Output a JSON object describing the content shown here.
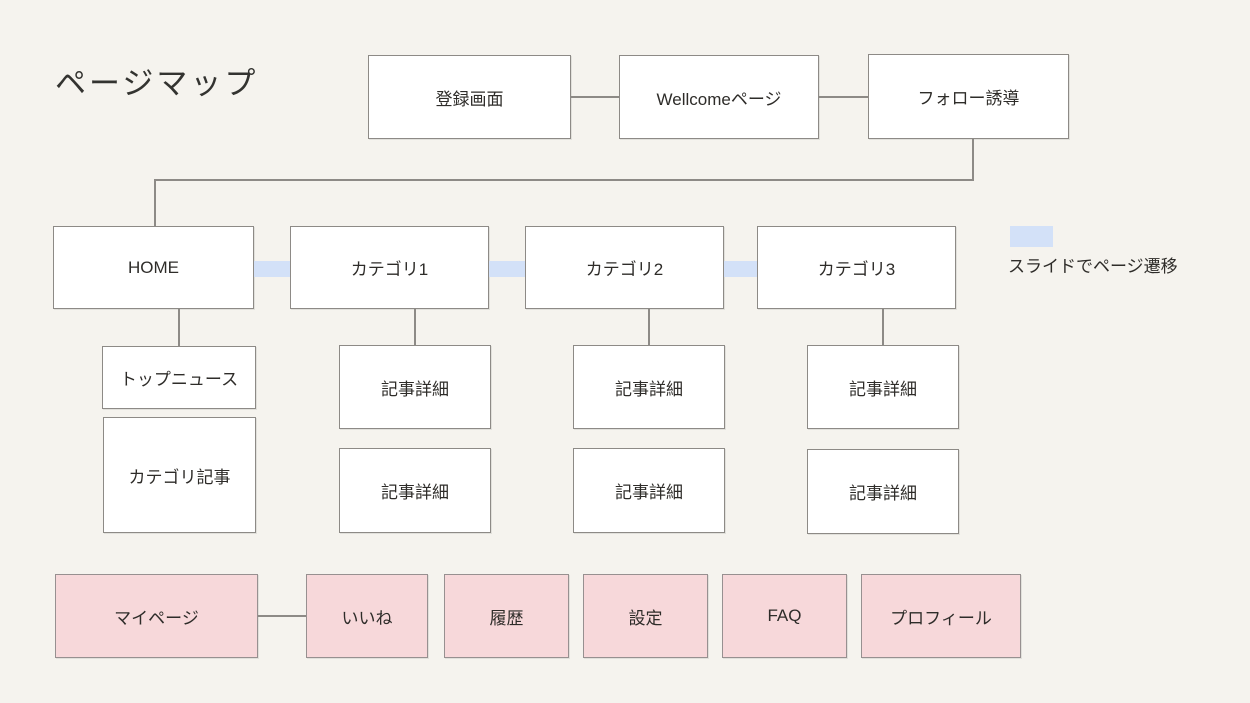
{
  "title": "ページマップ",
  "legend": {
    "label": "スライドでページ遷移",
    "swatch_color": "#d3e1f8"
  },
  "colors": {
    "background": "#f5f3ee",
    "node_fill": "#ffffff",
    "node_border": "#8d8a86",
    "pink_fill": "#f7d8da",
    "blue_connector": "#d3e1f8",
    "line": "#8d8a86",
    "text": "#2e2c29"
  },
  "nodes": {
    "registration": {
      "label": "登録画面"
    },
    "welcome": {
      "label": "Wellcomeページ"
    },
    "follow": {
      "label": "フォロー誘導"
    },
    "home": {
      "label": "HOME"
    },
    "category1": {
      "label": "カテゴリ1"
    },
    "category2": {
      "label": "カテゴリ2"
    },
    "category3": {
      "label": "カテゴリ3"
    },
    "top_news": {
      "label": "トップニュース"
    },
    "category_articles": {
      "label": "カテゴリ記事"
    },
    "article_detail": {
      "label": "記事詳細"
    },
    "my_page": {
      "label": "マイページ"
    },
    "like": {
      "label": "いいね"
    },
    "history": {
      "label": "履歴"
    },
    "settings": {
      "label": "設定"
    },
    "faq": {
      "label": "FAQ"
    },
    "profile": {
      "label": "プロフィール"
    }
  }
}
